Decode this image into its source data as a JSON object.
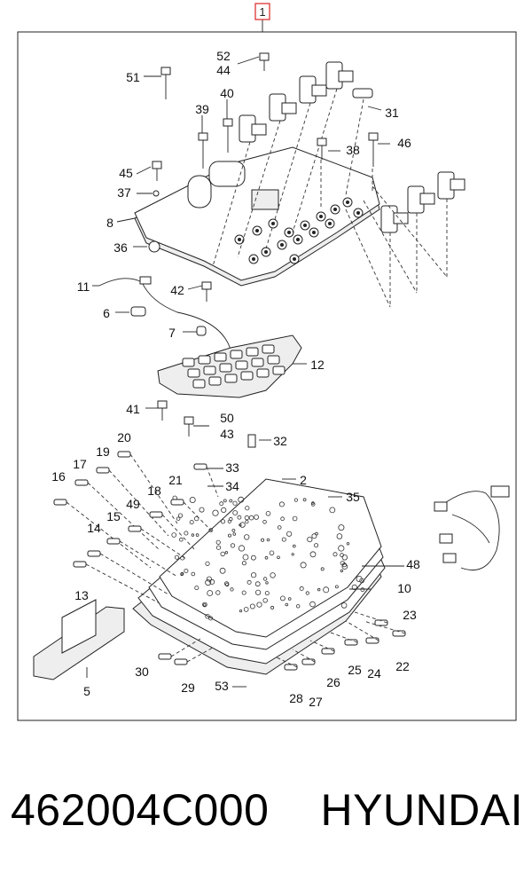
{
  "assembly_ref": "1",
  "callouts": [
    "2",
    "5",
    "6",
    "7",
    "8",
    "10",
    "11",
    "12",
    "13",
    "14",
    "15",
    "16",
    "17",
    "18",
    "19",
    "20",
    "21",
    "22",
    "23",
    "24",
    "25",
    "26",
    "27",
    "28",
    "29",
    "30",
    "31",
    "32",
    "33",
    "34",
    "35",
    "36",
    "37",
    "38",
    "39",
    "40",
    "41",
    "42",
    "43",
    "44",
    "45",
    "46",
    "48",
    "49",
    "50",
    "51",
    "52",
    "53"
  ],
  "caption": {
    "part_number": "462004C000",
    "brand": "HYUNDAI"
  }
}
